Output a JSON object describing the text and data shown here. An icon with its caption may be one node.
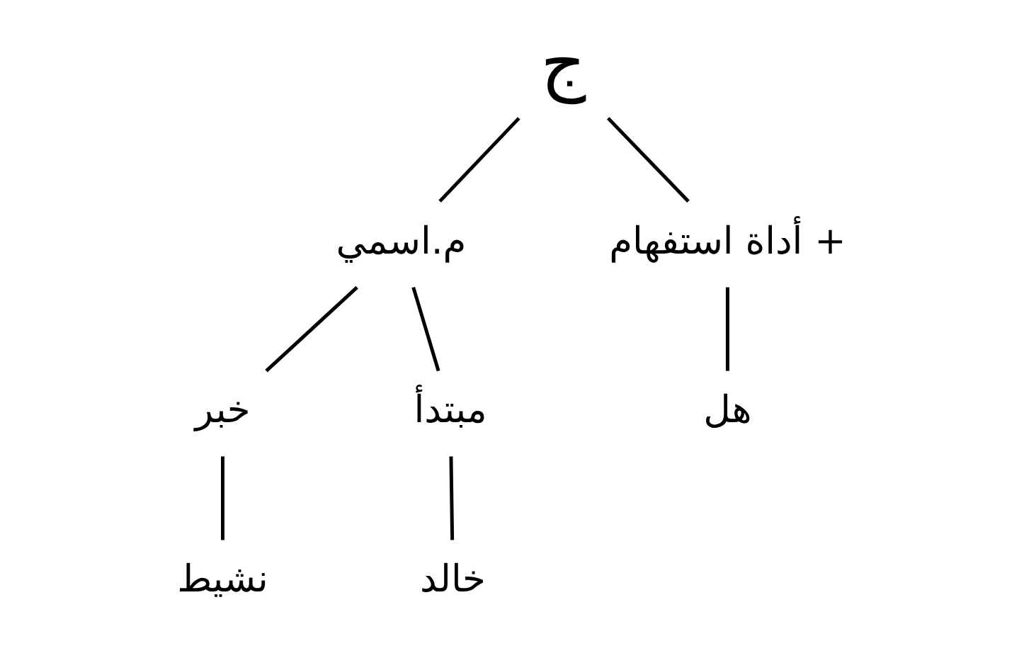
{
  "diagram": {
    "nodes": [
      {
        "text": [
          "ج"
        ]
      },
      {
        "text": [
          "أداة استفهام +"
        ]
      },
      {
        "text": [
          "م.اسمي"
        ]
      },
      {
        "text": [
          "مبتدأ"
        ]
      },
      {
        "text": [
          "خبر"
        ]
      },
      {
        "text": [
          "هل"
        ]
      },
      {
        "text": [
          "خالد"
        ]
      },
      {
        "text": [
          "نشيط"
        ]
      }
    ],
    "edges": [
      {
        "from": 0,
        "to": 2,
        "arrow": "none"
      },
      {
        "from": 0,
        "to": 1,
        "arrow": "none"
      },
      {
        "from": 2,
        "to": 4,
        "arrow": "none"
      },
      {
        "from": 2,
        "to": 3,
        "arrow": "none"
      },
      {
        "from": 1,
        "to": 5,
        "arrow": "none"
      },
      {
        "from": 4,
        "to": 7,
        "arrow": "none"
      },
      {
        "from": 3,
        "to": 6,
        "arrow": "none"
      }
    ]
  }
}
